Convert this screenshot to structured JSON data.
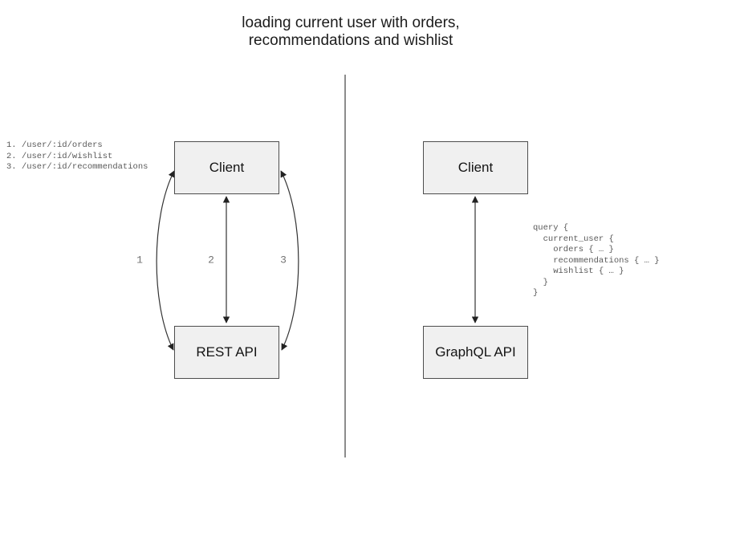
{
  "title": {
    "line1": "loading current user with orders,",
    "line2": "recommendations and wishlist"
  },
  "rest_panel": {
    "client_label": "Client",
    "api_label": "REST API",
    "endpoints": [
      "1. /user/:id/orders",
      "2. /user/:id/wishlist",
      "3. /user/:id/recommendations"
    ],
    "arrow_labels": [
      "1",
      "2",
      "3"
    ]
  },
  "graphql_panel": {
    "client_label": "Client",
    "api_label": "GraphQL API",
    "query_lines": [
      "query {",
      "  current_user {",
      "    orders { … }",
      "    recommendations { … }",
      "    wishlist { … }",
      "  }",
      "}"
    ]
  },
  "colors": {
    "node_fill": "#f0f0f0",
    "node_border": "#4d4d4d",
    "connector": "#333333",
    "divider": "#666666",
    "mono_text": "#595959",
    "arrow_label_text": "#737373"
  }
}
